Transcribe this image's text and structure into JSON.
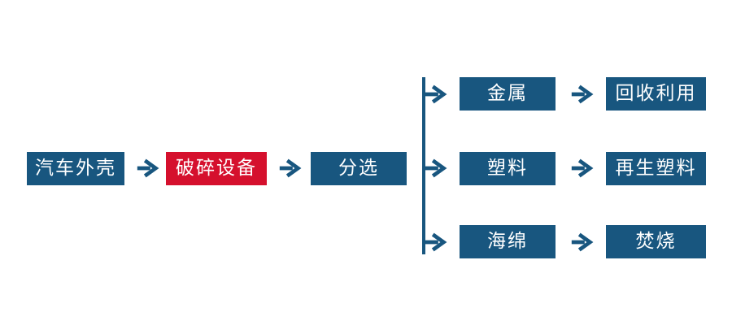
{
  "flowchart": {
    "colors": {
      "node_blue": "#18567F",
      "node_red": "#D5102D",
      "text_white": "#FFFFFF",
      "background": "#FFFFFF"
    },
    "main_flow": {
      "source": {
        "label": "汽车外壳"
      },
      "process": {
        "label": "破碎设备"
      },
      "sort": {
        "label": "分选"
      }
    },
    "branches": [
      {
        "material": "金属",
        "result": "回收利用"
      },
      {
        "material": "塑料",
        "result": "再生塑料"
      },
      {
        "material": "海绵",
        "result": "焚烧"
      }
    ]
  }
}
